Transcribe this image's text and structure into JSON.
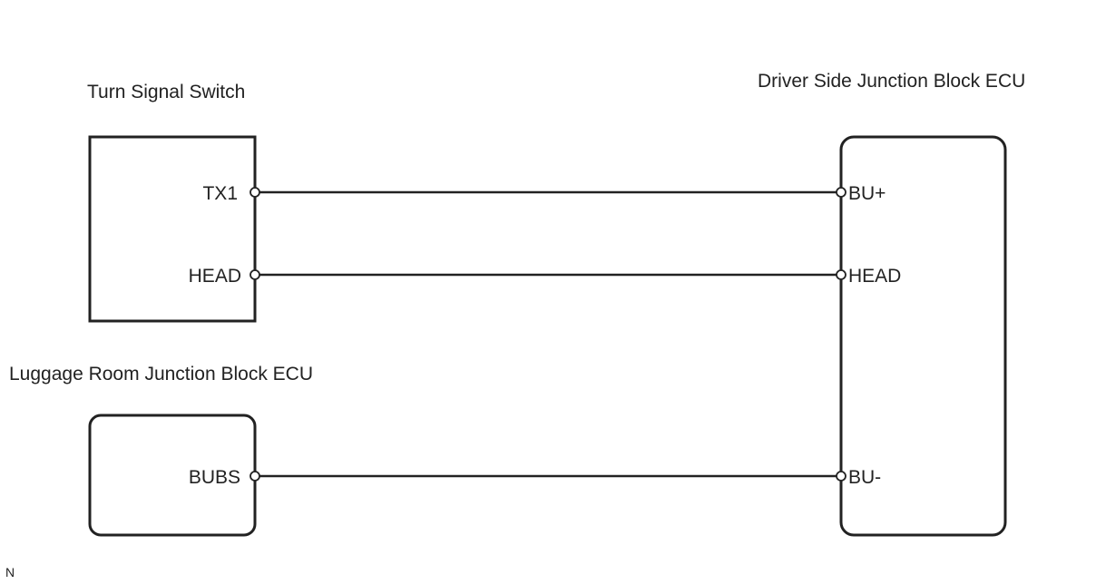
{
  "components": {
    "turn_signal_switch": {
      "title": "Turn Signal Switch",
      "pins": {
        "tx1": "TX1",
        "head": "HEAD"
      }
    },
    "luggage_room_ecu": {
      "title": "Luggage Room Junction Block ECU",
      "pins": {
        "bubs": "BUBS"
      }
    },
    "driver_side_ecu": {
      "title": "Driver Side Junction Block ECU",
      "pins": {
        "bu_plus": "BU+",
        "head": "HEAD",
        "bu_minus": "BU-"
      }
    }
  },
  "footer": {
    "code": "N"
  },
  "colors": {
    "line": "#222222",
    "background": "#ffffff"
  }
}
